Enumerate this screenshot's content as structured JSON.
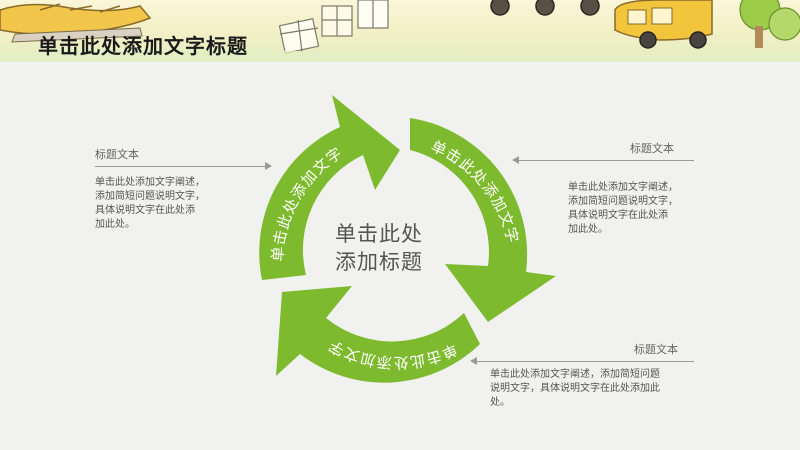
{
  "slide": {
    "title": "单击此处添加文字标题",
    "center_title_line1": "单击此处",
    "center_title_line2": "添加标题"
  },
  "cycle": {
    "color": "#7dba2e",
    "segments": [
      {
        "label": "单击此处添加文字"
      },
      {
        "label": "单击此处添加文字"
      },
      {
        "label": "单击此处添加文字"
      }
    ]
  },
  "callouts": {
    "left": {
      "heading": "标题文本",
      "lines": [
        "单击此处添加文字阐述，",
        "添加简短问题说明文字，",
        "具体说明文字在此处添",
        "加此处。"
      ]
    },
    "right_top": {
      "heading": "标题文本",
      "lines": [
        "单击此处添加文字阐述，",
        "添加简短问题说明文字，",
        "具体说明文字在此处添",
        "加此处。"
      ]
    },
    "right_bottom": {
      "heading": "标题文本",
      "lines": [
        "单击此处添加文字阐述，添加简短问题",
        "说明文字，具体说明文字在此处添加此",
        "处。"
      ]
    }
  }
}
